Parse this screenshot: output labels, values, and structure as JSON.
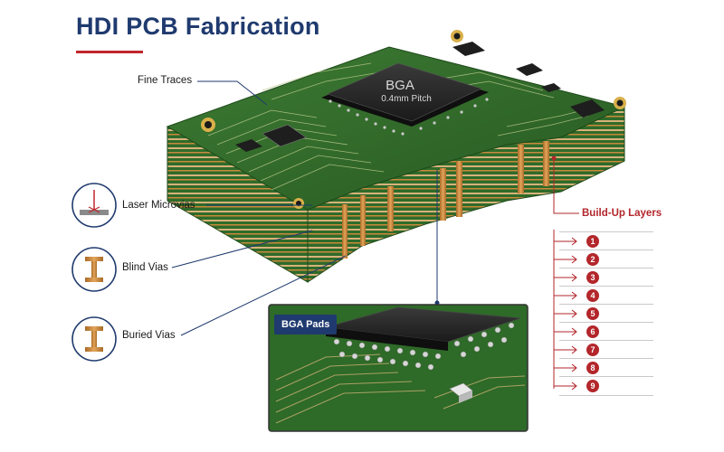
{
  "title": "HDI PCB Fabrication",
  "chip": {
    "name": "BGA",
    "pitch": "0.4mm Pitch"
  },
  "callouts": {
    "fine_traces": "Fine Traces",
    "laser_microvias": "Laser Microvias",
    "blind_vias": "Blind Vias",
    "buried_vias": "Buried Vias",
    "build_up_layers": "Build-Up Layers",
    "bga_pads": "BGA Pads"
  },
  "layers": [
    "1",
    "2",
    "3",
    "4",
    "5",
    "6",
    "7",
    "8",
    "9"
  ],
  "colors": {
    "title": "#1f3a6e",
    "accent": "#c0272d",
    "pcb_green": "#2f6b2a",
    "copper": "#c98a3c",
    "icon_ring": "#1f3a6e"
  }
}
